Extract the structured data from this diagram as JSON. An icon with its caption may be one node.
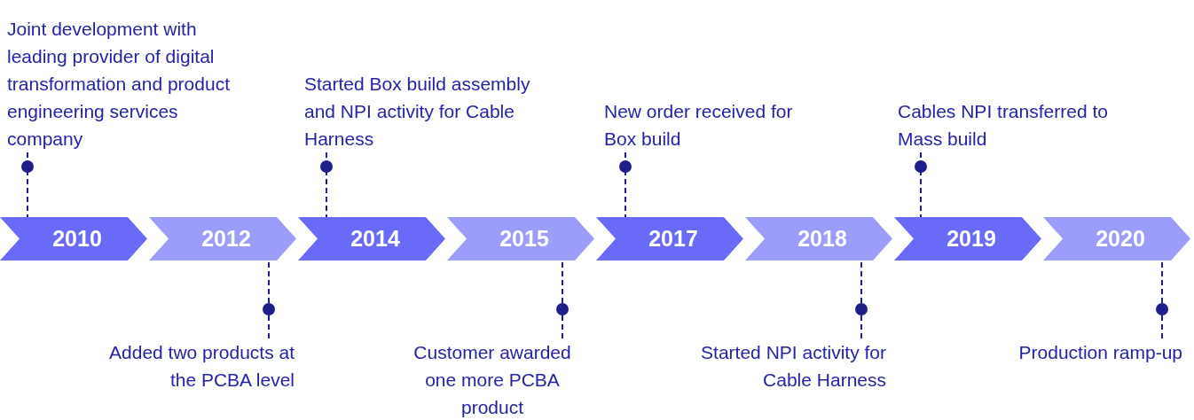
{
  "diagram": {
    "nodes": [
      {
        "text": [
          "2010"
        ]
      },
      {
        "text": [
          "2012"
        ]
      },
      {
        "text": [
          "2014"
        ]
      },
      {
        "text": [
          "2015"
        ]
      },
      {
        "text": [
          "2017"
        ]
      },
      {
        "text": [
          "2018"
        ]
      },
      {
        "text": [
          "2019"
        ]
      },
      {
        "text": [
          "2020"
        ]
      },
      {
        "text": [
          "Joint development with leading provider of digital transformation and product engineering services company"
        ]
      },
      {
        "text": [
          "Added two products at the PCBA level"
        ]
      },
      {
        "text": [
          "Started Box build assembly and NPI activity for Cable Harness"
        ]
      },
      {
        "text": [
          "Customer awarded one more PCBA product"
        ]
      },
      {
        "text": [
          "New order received for Box build"
        ]
      },
      {
        "text": [
          "Started NPI activity for Cable Harness"
        ]
      },
      {
        "text": [
          "Cables NPI transferred to Mass build"
        ]
      },
      {
        "text": [
          "Production ramp-up"
        ]
      }
    ],
    "edges": [
      {
        "from": 8,
        "to": 0,
        "arrow": "other",
        "style": "dashed"
      },
      {
        "from": 9,
        "to": 1,
        "arrow": "other",
        "style": "dashed"
      },
      {
        "from": 10,
        "to": 2,
        "arrow": "other",
        "style": "dashed"
      },
      {
        "from": 11,
        "to": 3,
        "arrow": "other",
        "style": "dashed"
      },
      {
        "from": 12,
        "to": 4,
        "arrow": "other",
        "style": "dashed"
      },
      {
        "from": 13,
        "to": 5,
        "arrow": "other",
        "style": "dashed"
      },
      {
        "from": 14,
        "to": 6,
        "arrow": "other",
        "style": "dashed"
      },
      {
        "from": 15,
        "to": 7,
        "arrow": "other",
        "style": "dashed"
      }
    ]
  }
}
